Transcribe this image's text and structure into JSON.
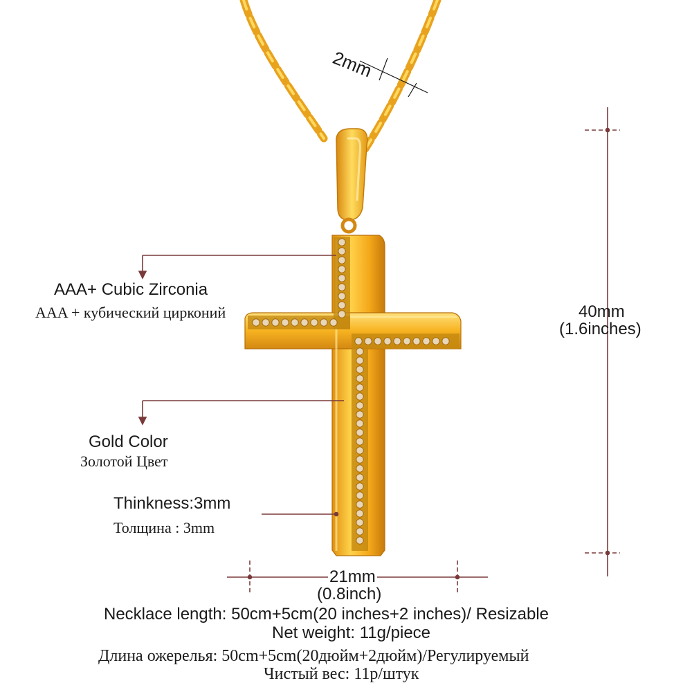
{
  "colors": {
    "gold_light": "#ffd24a",
    "gold_mid": "#f5a81a",
    "gold_dark": "#c77a0a",
    "annotation_line": "#7a3a3a",
    "stone": "#e8d6b8",
    "text": "#1a1a1a"
  },
  "chain": {
    "width_label": "2mm"
  },
  "features": {
    "zirconia_en": "AAA+ Cubic Zirconia",
    "zirconia_ru": "AAA + кубический цирконий",
    "color_en": "Gold Color",
    "color_ru": "Золотой Цвет",
    "thickness_en": "Thinkness:3mm",
    "thickness_ru": "Толщина : 3mm"
  },
  "dimensions": {
    "height_mm": "40mm",
    "height_in": "(1.6inches)",
    "width_mm": "21mm",
    "width_in": "(0.8inch)"
  },
  "specs": {
    "necklace_length_en": "Necklace length: 50cm+5cm(20 inches+2 inches)/ Resizable",
    "net_weight_en": "Net weight: 11g/piece",
    "necklace_length_ru": "Длина ожерелья: 50cm+5cm(20дюйм+2дюйм)/Регулируемый",
    "net_weight_ru": "Чистый вес: 11p/штук"
  }
}
